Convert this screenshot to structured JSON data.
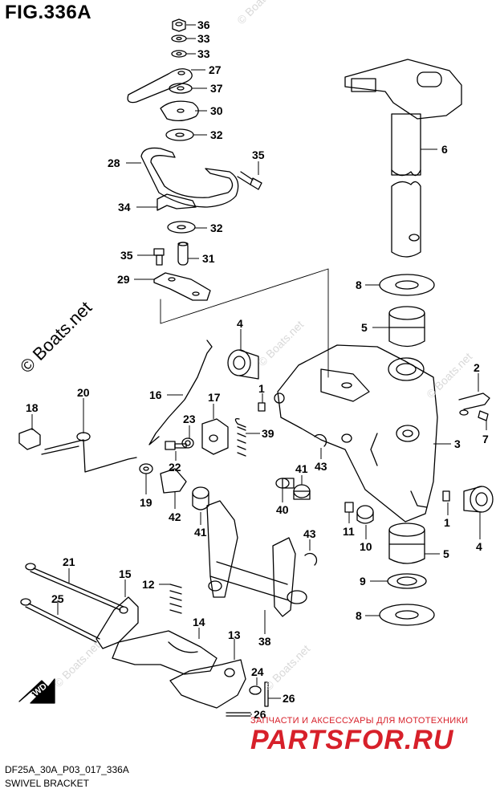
{
  "figure": {
    "title": "FIG.336A",
    "code": "DF25A_30A_P03_017_336A",
    "name": "SWIVEL BRACKET"
  },
  "watermarks": {
    "main": "© Boats.net",
    "faint": [
      "© Boats.net",
      "© Boats.net",
      "© Boats.net",
      "© Boats.net",
      "© Boats.net"
    ]
  },
  "advert": {
    "tagline": "ЗАПЧАСТИ И АКСЕССУАРЫ ДЛЯ МОТОТЕХНИКИ",
    "brand": "PARTSFOR.RU",
    "color": "#d7202a"
  },
  "direction_label": "FWD",
  "callouts": [
    {
      "id": "c36",
      "label": "36"
    },
    {
      "id": "c33a",
      "label": "33"
    },
    {
      "id": "c33b",
      "label": "33"
    },
    {
      "id": "c27",
      "label": "27"
    },
    {
      "id": "c37",
      "label": "37"
    },
    {
      "id": "c30",
      "label": "30"
    },
    {
      "id": "c32a",
      "label": "32"
    },
    {
      "id": "c28",
      "label": "28"
    },
    {
      "id": "c35a",
      "label": "35"
    },
    {
      "id": "c34",
      "label": "34"
    },
    {
      "id": "c32b",
      "label": "32"
    },
    {
      "id": "c35b",
      "label": "35"
    },
    {
      "id": "c31",
      "label": "31"
    },
    {
      "id": "c29",
      "label": "29"
    },
    {
      "id": "c6",
      "label": "6"
    },
    {
      "id": "c8a",
      "label": "8"
    },
    {
      "id": "c5a",
      "label": "5"
    },
    {
      "id": "c4a",
      "label": "4"
    },
    {
      "id": "c2",
      "label": "2"
    },
    {
      "id": "c16",
      "label": "16"
    },
    {
      "id": "c17",
      "label": "17"
    },
    {
      "id": "c1a",
      "label": "1"
    },
    {
      "id": "c7",
      "label": "7"
    },
    {
      "id": "c18",
      "label": "18"
    },
    {
      "id": "c20",
      "label": "20"
    },
    {
      "id": "c23",
      "label": "23"
    },
    {
      "id": "c39",
      "label": "39"
    },
    {
      "id": "c3",
      "label": "3"
    },
    {
      "id": "c22",
      "label": "22"
    },
    {
      "id": "c43a",
      "label": "43"
    },
    {
      "id": "c41a",
      "label": "41"
    },
    {
      "id": "c19",
      "label": "19"
    },
    {
      "id": "c42",
      "label": "42"
    },
    {
      "id": "c40",
      "label": "40"
    },
    {
      "id": "c41b",
      "label": "41"
    },
    {
      "id": "c1b",
      "label": "1"
    },
    {
      "id": "c4b",
      "label": "4"
    },
    {
      "id": "c11",
      "label": "11"
    },
    {
      "id": "c10",
      "label": "10"
    },
    {
      "id": "c43b",
      "label": "43"
    },
    {
      "id": "c5b",
      "label": "5"
    },
    {
      "id": "c21",
      "label": "21"
    },
    {
      "id": "c15",
      "label": "15"
    },
    {
      "id": "c12",
      "label": "12"
    },
    {
      "id": "c9",
      "label": "9"
    },
    {
      "id": "c25",
      "label": "25"
    },
    {
      "id": "c8b",
      "label": "8"
    },
    {
      "id": "c14",
      "label": "14"
    },
    {
      "id": "c38",
      "label": "38"
    },
    {
      "id": "c13",
      "label": "13"
    },
    {
      "id": "c24",
      "label": "24"
    },
    {
      "id": "c26a",
      "label": "26"
    },
    {
      "id": "c26b",
      "label": "26"
    }
  ]
}
